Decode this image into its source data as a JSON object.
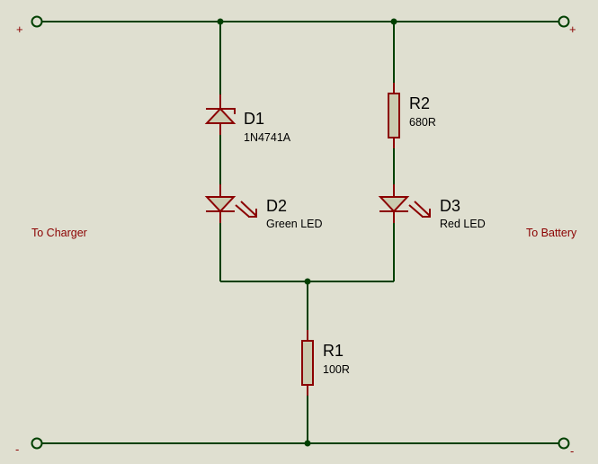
{
  "schematic": {
    "colors": {
      "background": "#dfdfd0",
      "wire": "#004000",
      "component": "#8b0000",
      "component_fill": "#cbcbb0",
      "label": "#8b0000",
      "text": "#000000"
    },
    "terminals": {
      "top_left_polarity": "+",
      "top_right_polarity": "+",
      "bottom_left_polarity": "-",
      "bottom_right_polarity": "-"
    },
    "net_labels": {
      "left": "To Charger",
      "right": "To Battery"
    },
    "components": {
      "d1": {
        "ref": "D1",
        "value": "1N4741A",
        "type": "zener-diode"
      },
      "d2": {
        "ref": "D2",
        "value": "Green LED",
        "type": "led"
      },
      "r2": {
        "ref": "R2",
        "value": "680R",
        "type": "resistor"
      },
      "d3": {
        "ref": "D3",
        "value": "Red LED",
        "type": "led"
      },
      "r1": {
        "ref": "R1",
        "value": "100R",
        "type": "resistor"
      }
    }
  }
}
